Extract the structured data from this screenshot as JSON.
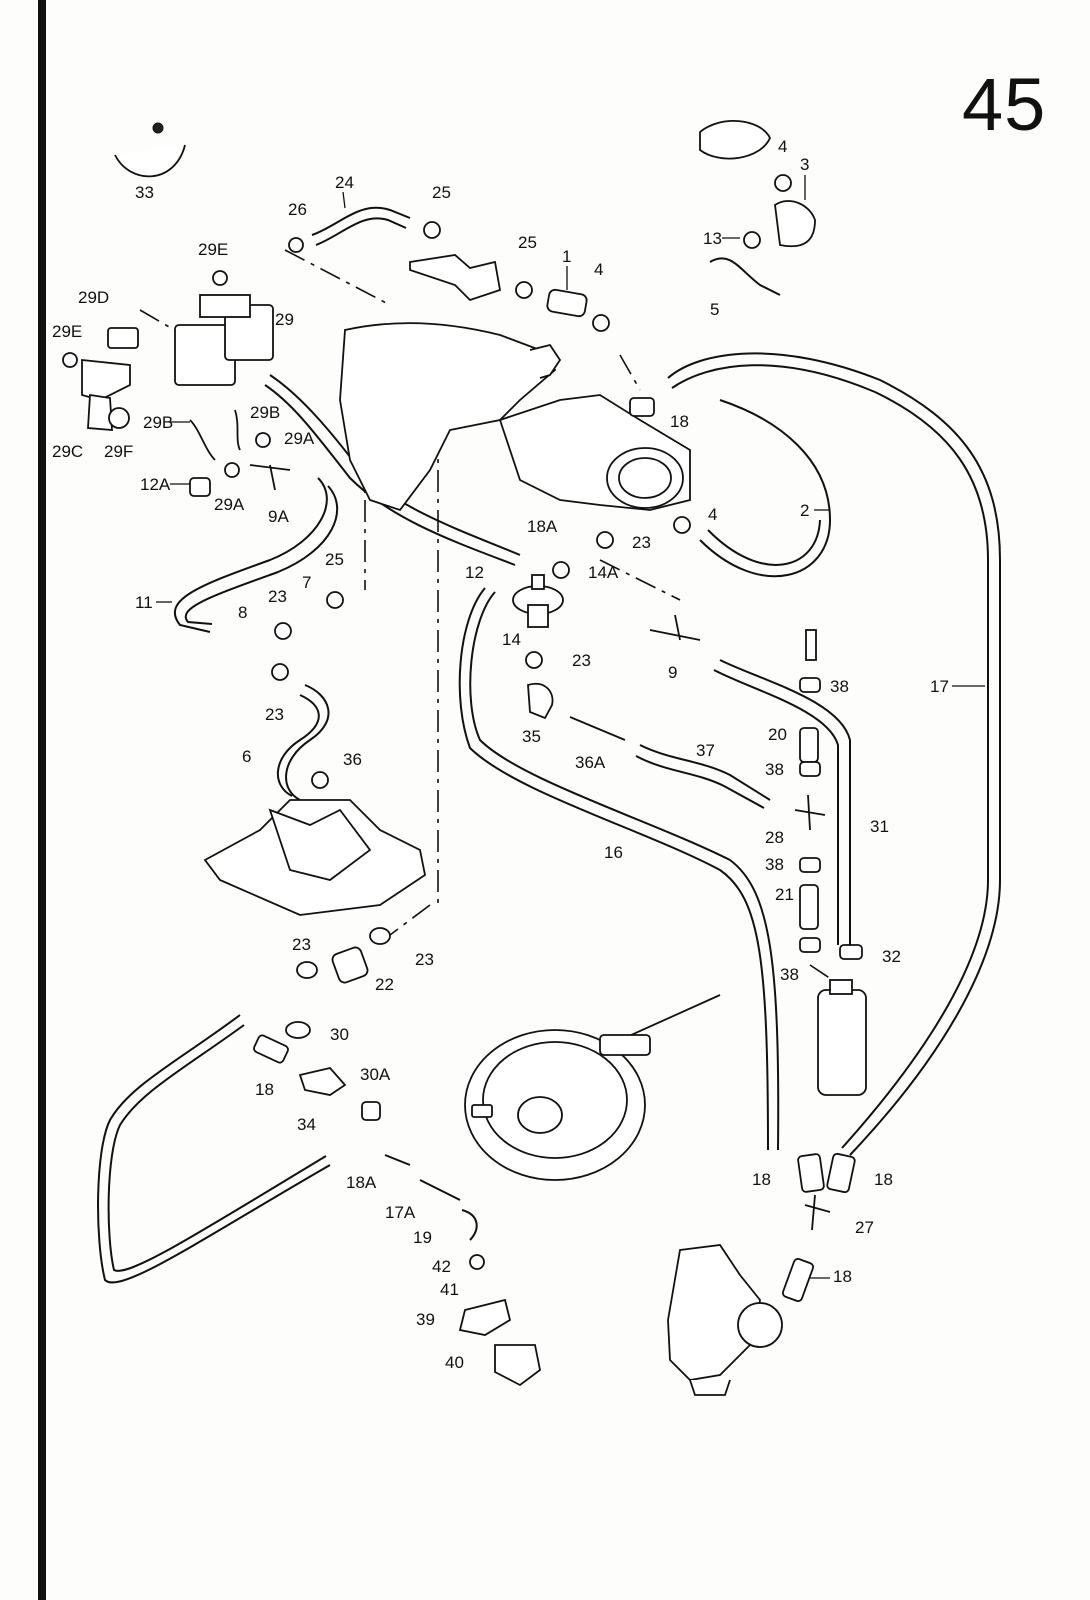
{
  "page_number": "45",
  "labels": {
    "l1": "1",
    "l2": "2",
    "l3": "3",
    "l4a": "4",
    "l4b": "4",
    "l4c": "4",
    "l5": "5",
    "l6": "6",
    "l7": "7",
    "l8": "8",
    "l9": "9",
    "l9A": "9A",
    "l11": "11",
    "l12": "12",
    "l12A": "12A",
    "l13": "13",
    "l14": "14",
    "l14A": "14A",
    "l16": "16",
    "l17": "17",
    "l17A": "17A",
    "l18a": "18",
    "l18b": "18",
    "l18c": "18",
    "l18d": "18",
    "l18e": "18",
    "l18A": "18A",
    "l18Ab": "18A",
    "l19": "19",
    "l20": "20",
    "l21": "21",
    "l22": "22",
    "l23a": "23",
    "l23b": "23",
    "l23c": "23",
    "l23d": "23",
    "l23e": "23",
    "l23f": "23",
    "l24": "24",
    "l25a": "25",
    "l25b": "25",
    "l25c": "25",
    "l26": "26",
    "l27": "27",
    "l28": "28",
    "l29": "29",
    "l29A": "29A",
    "l29Ab": "29A",
    "l29B": "29B",
    "l29Bb": "29B",
    "l29C": "29C",
    "l29D": "29D",
    "l29E": "29E",
    "l29Eb": "29E",
    "l29F": "29F",
    "l30": "30",
    "l30A": "30A",
    "l31": "31",
    "l32": "32",
    "l33": "33",
    "l34": "34",
    "l35": "35",
    "l36": "36",
    "l36A": "36A",
    "l37": "37",
    "l38a": "38",
    "l38b": "38",
    "l38c": "38",
    "l38d": "38",
    "l39": "39",
    "l40": "40",
    "l41": "41",
    "l42": "42"
  }
}
